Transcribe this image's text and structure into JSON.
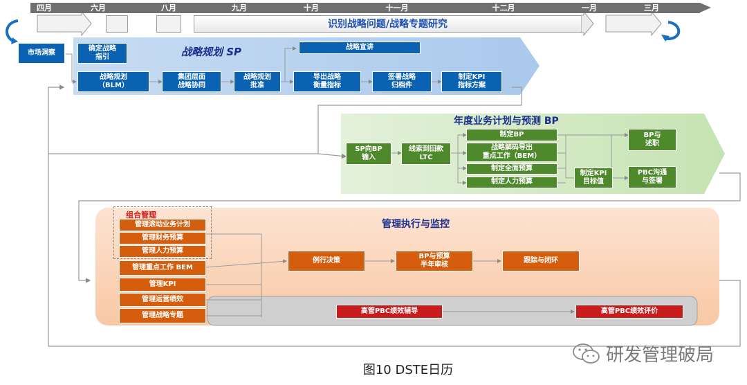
{
  "timeline": {
    "months": [
      "四月",
      "六月",
      "八月",
      "九月",
      "十月",
      "十一月",
      "十二月",
      "一月",
      "三月"
    ],
    "banner": "识别战略问题/战略专题研究"
  },
  "market_insight": "市场洞察",
  "sp": {
    "title": "战略规划 SP",
    "top_box": "确定战略\n指引",
    "announce": "战略宣讲",
    "steps": [
      "战略规划\n（BLM）",
      "集团层面\n战略协同",
      "战略规划\n批准",
      "导出战略\n衡量指标",
      "签署战略\n归档件",
      "制定KPI\n指标方案"
    ]
  },
  "bp": {
    "title": "年度业务计划与预测 BP",
    "input": "SP向BP\n输入",
    "ltc": "线索到回款\nLTC",
    "plans": [
      "制定BP",
      "战略解码导出\n重点工作（BEM）",
      "制定全面预算",
      "制定人力预算"
    ],
    "kpi": "制定KPI\n目标值",
    "bp_report": "BP与\n述职",
    "pbc": "PBC沟通\n与签署"
  },
  "mgmt": {
    "title": "管理执行与监控",
    "portfolio_label": "组合管理",
    "portfolio": [
      "管理滚动业务计划",
      "管理财务预算",
      "管理人力预算"
    ],
    "items": [
      "管理重点工作 BEM",
      "管理KPI",
      "管理运营绩效",
      "管理战略专题"
    ],
    "flow": [
      "例行决策",
      "BP与预算\n半年审核",
      "跟踪与闭环"
    ],
    "pbc_coach": "高管PBC绩效辅导",
    "pbc_eval": "高管PBC绩效评价"
  },
  "watermark": "研发管理破局",
  "caption": "图10 DSTE日历",
  "colors": {
    "blue_box": "#0b62b3",
    "green_box": "#4e8a2c",
    "orange_box": "#d45e0d",
    "red_box": "#c91d1d",
    "title_blue": "#1f4fb4"
  },
  "icons": [
    "cycle-arrow-icon",
    "return-arrow-icon",
    "wechat-icon"
  ]
}
